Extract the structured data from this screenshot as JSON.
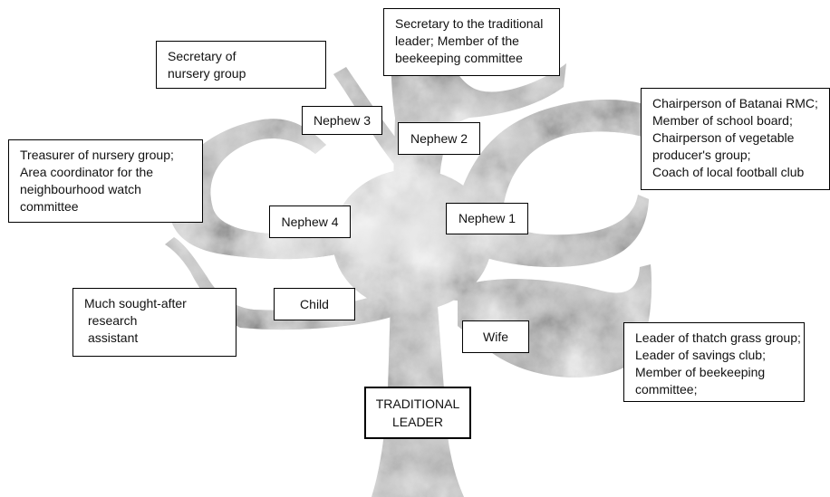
{
  "diagram": {
    "root_label_lines": [
      "TRADITIONAL",
      "LEADER"
    ],
    "relations": {
      "nephew_1": "Nephew 1",
      "nephew_2": "Nephew 2",
      "nephew_3": "Nephew 3",
      "nephew_4": "Nephew 4",
      "child": "Child",
      "wife": "Wife"
    },
    "roles": {
      "nephew_3": [
        "Secretary of",
        "nursery group"
      ],
      "nephew_2": [
        "Secretary to the traditional",
        "leader; Member of the",
        "beekeeping committee"
      ],
      "nephew_1": [
        "Chairperson of Batanai  RMC;",
        "Member of school  board;",
        "Chairperson of vegetable",
        "producer's group;",
        "Coach of local football club"
      ],
      "nephew_4": [
        "Treasurer of nursery group;",
        "Area coordinator for the",
        "neighbourhood watch",
        "committee"
      ],
      "child": [
        "Much sought-after",
        "research",
        "assistant"
      ],
      "wife": [
        "Leader of thatch grass group;",
        "Leader of savings club;",
        "Member of beekeeping",
        "committee;"
      ]
    },
    "colors": {
      "tree_light": "#e4e4e4",
      "tree_mid": "#a9a9a9",
      "tree_dark": "#6f6f6f",
      "box_border": "#000000",
      "box_fill": "#ffffff"
    }
  }
}
